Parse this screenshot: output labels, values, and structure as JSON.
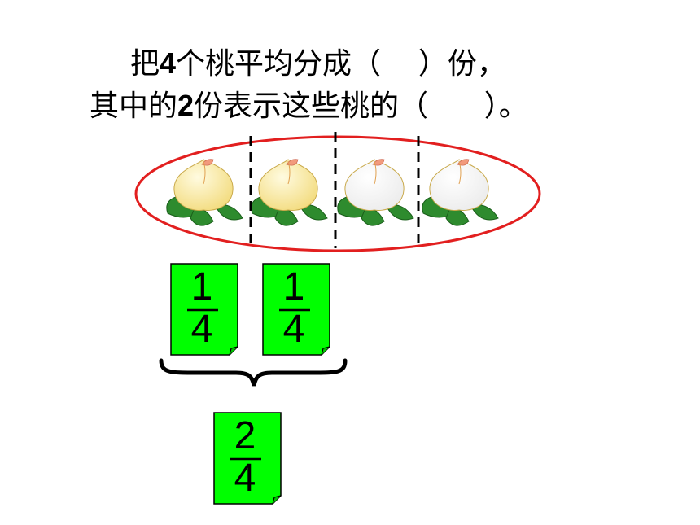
{
  "question": {
    "line1": {
      "prefix": "把",
      "num": "4",
      "suffix": "个桃平均分成（    ）份，"
    },
    "line2": {
      "prefix": "其中的",
      "num": "2",
      "suffix": "份表示这些桃的（      ）。"
    }
  },
  "peaches": [
    {
      "color": "yellow"
    },
    {
      "color": "yellow"
    },
    {
      "color": "white"
    },
    {
      "color": "white"
    }
  ],
  "fractions": [
    {
      "numerator": "1",
      "denominator": "4"
    },
    {
      "numerator": "1",
      "denominator": "4"
    }
  ],
  "result": {
    "numerator": "2",
    "denominator": "4"
  },
  "colors": {
    "ellipse": "#e21f1f",
    "card": "#00ff00",
    "peach_yellow": "#fff0a8",
    "peach_white": "#ffffff",
    "leaf": "#2e8b2e"
  }
}
